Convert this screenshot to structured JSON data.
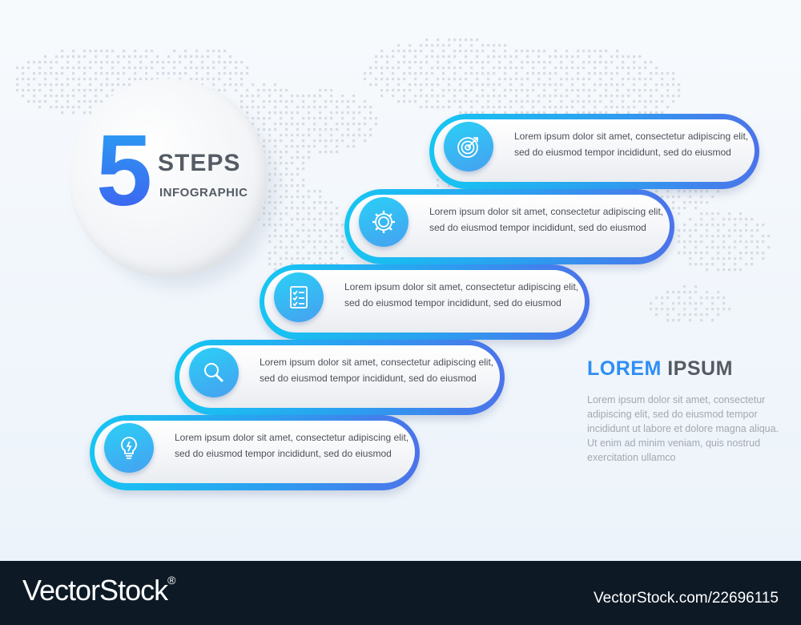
{
  "hero": {
    "number": "5",
    "title": "STEPS",
    "subtitle": "INFOGRAPHIC"
  },
  "steps": [
    {
      "icon": "target-icon",
      "line1": "Lorem ipsum dolor sit amet, consectetur adipiscing elit,",
      "line2": "sed do eiusmod tempor incididunt, sed do eiusmod"
    },
    {
      "icon": "gear-icon",
      "line1": "Lorem ipsum dolor sit amet, consectetur adipiscing elit,",
      "line2": "sed do eiusmod tempor incididunt, sed do eiusmod"
    },
    {
      "icon": "checklist-icon",
      "line1": "Lorem ipsum dolor sit amet, consectetur adipiscing elit,",
      "line2": "sed do eiusmod tempor incididunt, sed do eiusmod"
    },
    {
      "icon": "magnifier-icon",
      "line1": "Lorem ipsum dolor sit amet, consectetur adipiscing elit,",
      "line2": "sed do eiusmod tempor incididunt, sed do eiusmod"
    },
    {
      "icon": "lightbulb-icon",
      "line1": "Lorem ipsum dolor sit amet, consectetur adipiscing elit,",
      "line2": "sed do eiusmod tempor incididunt, sed do eiusmod"
    }
  ],
  "side": {
    "title_accent": "LOREM",
    "title_rest": "IPSUM",
    "body": "Lorem ipsum dolor sit amet, consectetur adipiscing elit, sed do eiusmod tempor incididunt ut labore et dolore magna aliqua. Ut enim ad minim veniam, quis nostrud exercitation ullamco"
  },
  "footer": {
    "brand": "VectorStock",
    "trademark": "®",
    "image_id": "VectorStock.com/22696115"
  },
  "colors": {
    "accent_blue": "#2f8ef3",
    "accent_cyan": "#16c6f2",
    "text_dark": "#555b64",
    "footer_bg": "#0d1a26"
  }
}
